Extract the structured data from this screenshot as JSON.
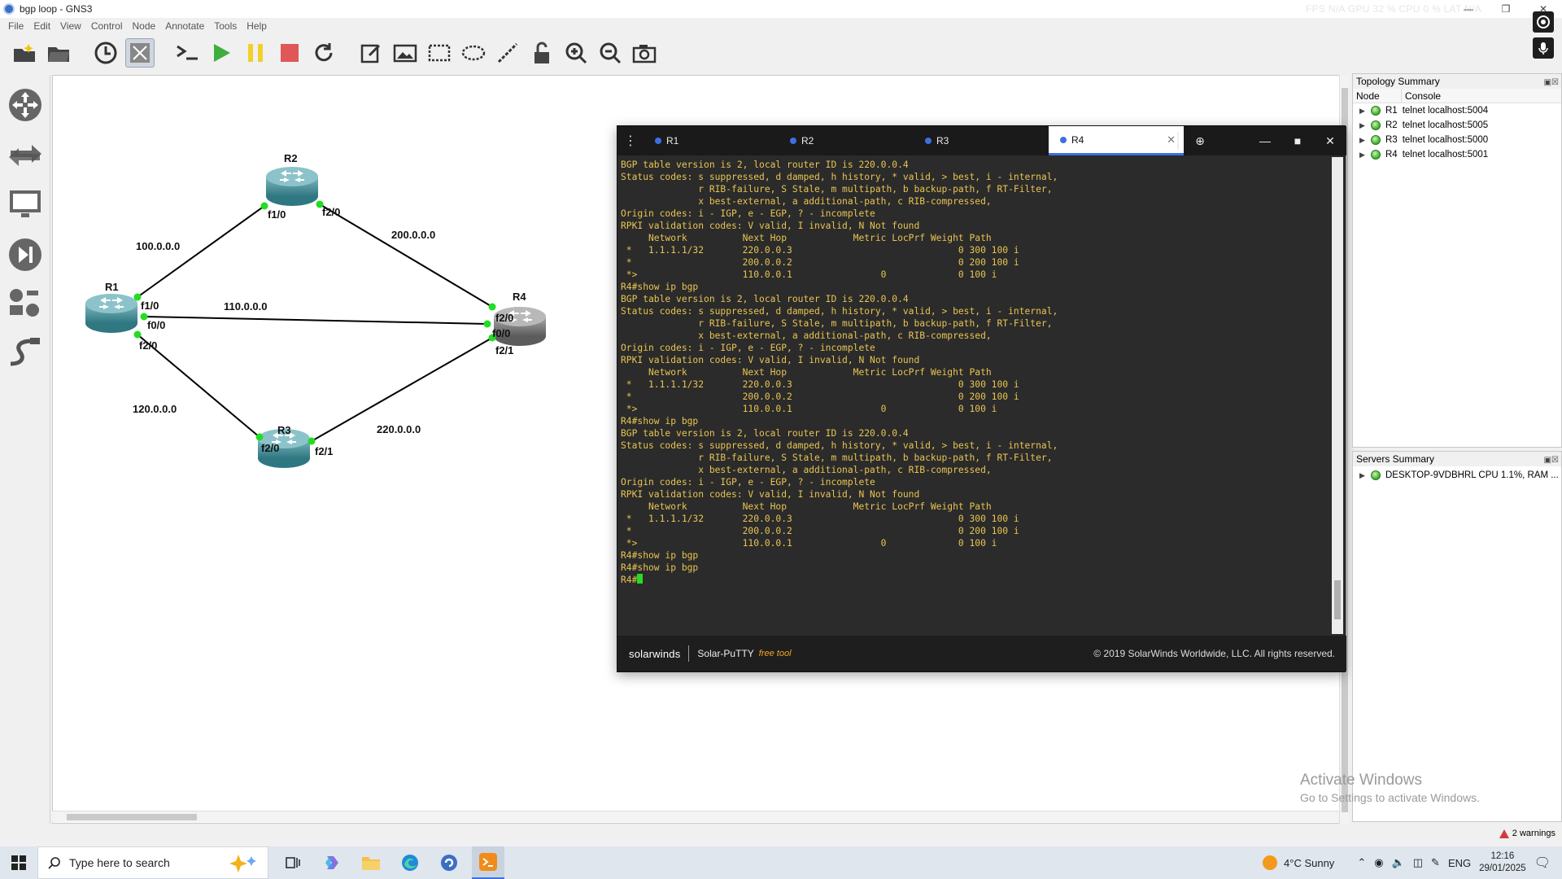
{
  "window": {
    "title": "bgp loop - GNS3",
    "fps": "FPS N/A GPU 32 % CPU 0 % LAT N/A"
  },
  "menu": [
    "File",
    "Edit",
    "View",
    "Control",
    "Node",
    "Annotate",
    "Tools",
    "Help"
  ],
  "topology": {
    "nodes": [
      {
        "label": "R1"
      },
      {
        "label": "R2"
      },
      {
        "label": "R3"
      },
      {
        "label": "R4"
      }
    ],
    "interfaces": {
      "r1_f10": "f1/0",
      "r1_f00": "f0/0",
      "r1_f20": "f2/0",
      "r2_f10": "f1/0",
      "r2_f20": "f2/0",
      "r3_f20": "f2/0",
      "r3_f21": "f2/1",
      "r4_f20": "f2/0",
      "r4_f00": "f0/0",
      "r4_f21": "f2/1"
    },
    "networks": {
      "n100": "100.0.0.0",
      "n200": "200.0.0.0",
      "n110": "110.0.0.0",
      "n120": "120.0.0.0",
      "n220": "220.0.0.0"
    }
  },
  "terminal": {
    "tabs": [
      "R1",
      "R2",
      "R3",
      "R4"
    ],
    "active_tab": "R4",
    "lines": [
      "BGP table version is 2, local router ID is 220.0.0.4",
      "Status codes: s suppressed, d damped, h history, * valid, > best, i - internal,",
      "              r RIB-failure, S Stale, m multipath, b backup-path, f RT-Filter,",
      "              x best-external, a additional-path, c RIB-compressed,",
      "Origin codes: i - IGP, e - EGP, ? - incomplete",
      "RPKI validation codes: V valid, I invalid, N Not found",
      "",
      "     Network          Next Hop            Metric LocPrf Weight Path",
      " *   1.1.1.1/32       220.0.0.3                              0 300 100 i",
      " *                    200.0.0.2                              0 200 100 i",
      " *>                   110.0.0.1                0             0 100 i",
      "R4#show ip bgp",
      "BGP table version is 2, local router ID is 220.0.0.4",
      "Status codes: s suppressed, d damped, h history, * valid, > best, i - internal,",
      "              r RIB-failure, S Stale, m multipath, b backup-path, f RT-Filter,",
      "              x best-external, a additional-path, c RIB-compressed,",
      "Origin codes: i - IGP, e - EGP, ? - incomplete",
      "RPKI validation codes: V valid, I invalid, N Not found",
      "",
      "     Network          Next Hop            Metric LocPrf Weight Path",
      " *   1.1.1.1/32       220.0.0.3                              0 300 100 i",
      " *                    200.0.0.2                              0 200 100 i",
      " *>                   110.0.0.1                0             0 100 i",
      "R4#show ip bgp",
      "BGP table version is 2, local router ID is 220.0.0.4",
      "Status codes: s suppressed, d damped, h history, * valid, > best, i - internal,",
      "              r RIB-failure, S Stale, m multipath, b backup-path, f RT-Filter,",
      "              x best-external, a additional-path, c RIB-compressed,",
      "Origin codes: i - IGP, e - EGP, ? - incomplete",
      "RPKI validation codes: V valid, I invalid, N Not found",
      "",
      "     Network          Next Hop            Metric LocPrf Weight Path",
      " *   1.1.1.1/32       220.0.0.3                              0 300 100 i",
      " *                    200.0.0.2                              0 200 100 i",
      " *>                   110.0.0.1                0             0 100 i",
      "R4#show ip bgp",
      "R4#show ip bgp",
      "R4#"
    ],
    "footer_brand": "solarwinds",
    "footer_product": "Solar-PuTTY",
    "footer_free": "free tool",
    "footer_copy": "© 2019 SolarWinds Worldwide, LLC. All rights reserved."
  },
  "topology_summary": {
    "title": "Topology Summary",
    "columns": [
      "Node",
      "Console"
    ],
    "rows": [
      {
        "node": "R1",
        "console": "telnet localhost:5004"
      },
      {
        "node": "R2",
        "console": "telnet localhost:5005"
      },
      {
        "node": "R3",
        "console": "telnet localhost:5000"
      },
      {
        "node": "R4",
        "console": "telnet localhost:5001"
      }
    ]
  },
  "servers_summary": {
    "title": "Servers Summary",
    "rows": [
      {
        "text": "DESKTOP-9VDBHRL CPU 1.1%, RAM ..."
      }
    ]
  },
  "status": {
    "warnings": "2 warnings"
  },
  "watermark": {
    "line1": "Activate Windows",
    "line2": "Go to Settings to activate Windows."
  },
  "taskbar": {
    "search_placeholder": "Type here to search",
    "weather": "4°C  Sunny",
    "lang": "ENG",
    "time": "12:16",
    "date": "29/01/2025"
  },
  "colors": {
    "terminal_text": "#e8c452",
    "accent": "#3e6fe0",
    "link_dot": "#22dd22"
  }
}
